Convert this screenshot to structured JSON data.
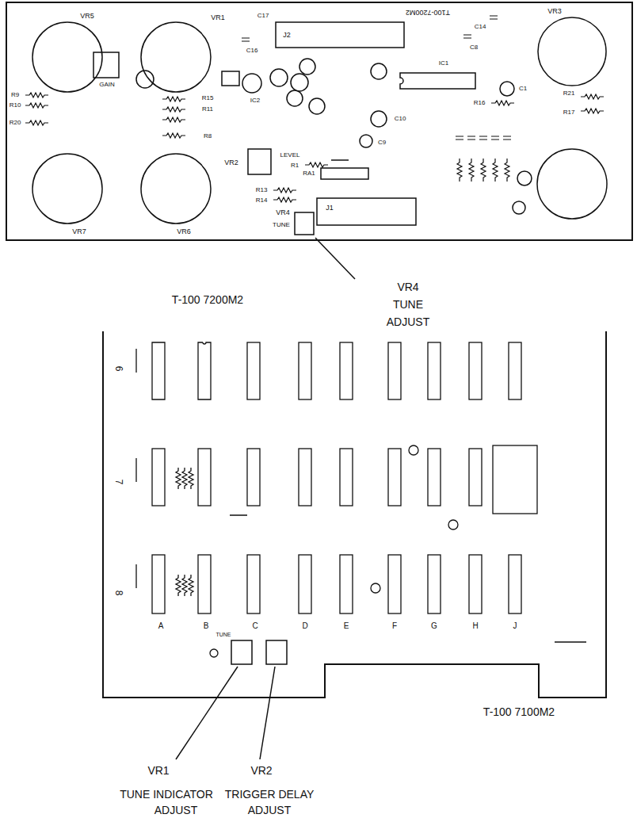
{
  "diagram": {
    "labels": [
      "VR5",
      "VR1",
      "C17",
      "J2",
      "T100-7200M2",
      "C14",
      "VR3",
      "C16",
      "C8",
      "IC2",
      "IC1",
      "R9",
      "R10",
      "R20",
      "R15",
      "R11",
      "R8",
      "GAIN",
      "R16",
      "R21",
      "R17",
      "C1",
      "C10",
      "C9",
      "LEVEL",
      "VR2",
      "R1",
      "RA1",
      "R13",
      "R14",
      "J1",
      "VR4",
      "TUNE",
      "VR7",
      "VR6",
      "T-100 7200M2",
      "VR4",
      "TUNE",
      "ADJUST",
      "6",
      "7",
      "8",
      "A",
      "B",
      "C",
      "D",
      "E",
      "F",
      "G",
      "H",
      "J",
      "TUNE",
      "VR1",
      "VR2",
      "TUNE INDICATOR",
      "ADJUST",
      "TRIGGER DELAY",
      "ADJUST",
      "T-100 7100M2"
    ]
  }
}
